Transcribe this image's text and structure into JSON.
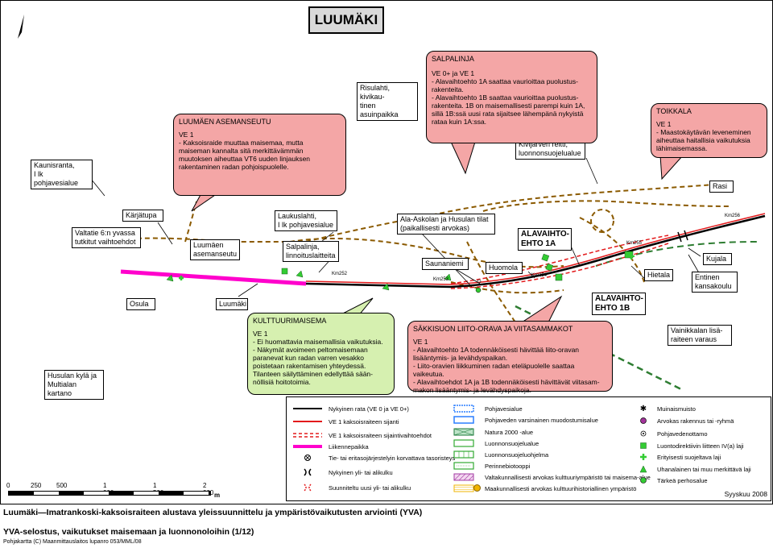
{
  "map": {
    "title": "LUUMÄKI",
    "kilometer_markers": [
      "Km252",
      "Km253",
      "Km254",
      "Km255",
      "Km256"
    ],
    "place_labels": {
      "kaunisranta": "Kaunisranta,\nI lk pohjavesialue",
      "risulahti": "Risulahti, kivikau-\ntinen asuinpaikka",
      "karajatupa": "Kärjätupa",
      "valtatie": "Valtatie 6:n yvassa\ntutkitut vaihtoehdot",
      "luumaen_asemanseutu": "Luumäen\nasemanseutu",
      "laukuslahti": "Laukuslahti,\nI lk pohjavesialue",
      "salpalinja_lbl": "Salpalinja,\nlinnoituslaitteita",
      "ala_askola": "Ala-Askolan ja Husulan tilat\n(paikallisesti arvokas)",
      "saunaniemi": "Saunaniemi",
      "huomola": "Huomola",
      "kivijarven": "Kivijärven reitti,\nluonnonsuojelualue",
      "rasi": "Rasi",
      "kujala": "Kujala",
      "hietala": "Hietala",
      "entinen": "Entinen\nkansakoulu",
      "osula": "Osula",
      "luumaki": "Luumäki",
      "vainikkalan": "Vainikkalan lisä-\nraiteen varaus",
      "husulan_kyla": "Husulan kylä ja\nMultialan kartano"
    },
    "alavaihto_1a": "ALAVAIHTO-\nEHTO 1A",
    "alavaihto_1b": "ALAVAIHTO-\nEHTO 1B"
  },
  "callouts": {
    "asemanseutu": {
      "head": "LUUMÄEN ASEMANSEUTU",
      "body": "VE 1\n- Kaksoisraide muuttaa maisemaa, mutta\nmaiseman kannalta sitä merkittävämmän\nmuutoksen aiheuttaa VT6 uuden linjauksen\nrakentaminen radan pohjoispuolelle."
    },
    "salpalinja": {
      "head": "SALPALINJA",
      "body": "VE 0+ ja VE 1\n- Alavaihtoehto 1A saattaa vaurioittaa puolustus-\nrakenteita.\n- Alavaihtoehto 1B saattaa vaurioittaa puolustus-\nrakenteita. 1B on maisemallisesti parempi kuin 1A,\nsillä 1B:ssä uusi rata sijaitsee lähempänä nykyistä\nrataa kuin 1A:ssa."
    },
    "toikkala": {
      "head": "TOIKKALA",
      "body": "VE 1\n- Maastokäytävän leveneminen\naiheuttaa haitallisia vaikutuksia\nlähimaisemassa."
    },
    "kulttuurimaisema": {
      "head": "KULTTUURIMAISEMA",
      "body": "VE 1\n- Ei huomattavia maisemallisia vaikutuksia.\n- Näkymät avoimeen peltomaisemaan\nparanevat kun radan varren vesakko\npoistetaan rakentamisen yhteydessä.\nTilanteen säilyttäminen edellyttää sään-\nnöllisiä hoitotoimia."
    },
    "sakkisuon": {
      "head": "SÄKKISUON LIITO-ORAVA JA VIITASAMMAKOT",
      "body": "VE 1\n- Alavaihtoehto 1A todennäköisesti hävittää liito-oravan\nlisääntymis- ja levähdyspaikan.\n- Liito-oravien liikkuminen radan eteläpuolelle saattaa vaikeutua.\n- Alavaihtoehdot 1A ja 1B todennäköisesti hävittävät viitasam-\nmakon lisääntymis- ja levähdyspaikoja."
    }
  },
  "legend": {
    "col1": [
      "Nykyinen rata (VE 0 ja VE 0+)",
      "VE 1 kaksoisraiteen sijanti",
      "VE 1 kaksoisraiteen sijaintivaihtoehdot",
      "Liikennepaikka",
      "Tie- tai eritasojärjestelyin korvattava tasoristeys",
      "Nykyinen yli- tai alikulku",
      "Suunniteltu uusi yli- tai alikulku"
    ],
    "col2": [
      "Pohjavesialue",
      "Pohjaveden varsinainen muodostumisalue",
      "Natura 2000 -alue",
      "Luonnonsuojelualue",
      "Luonnonsuojeluohjelma",
      "Perinnebiotooppi",
      "Valtakunnallisesti arvokas kulttuuriympäristö tai maisema-alue",
      "Maakunnallisesti arvokas kulttuurihistoriallinen ympäristö"
    ],
    "col3": [
      "Muinaismuisto",
      "Arvokas rakennus tai -ryhmä",
      "Pohjavedenottamo",
      "Luontodirektiivin liitteen IV(a) laji",
      "Erityisesti suojeltava laji",
      "Uhanalainen tai muu merkittävä laji",
      "Tärkeä perhosalue"
    ],
    "date": "Syyskuu 2008"
  },
  "scale": {
    "ticks": [
      "0",
      "250",
      "500",
      "1 000",
      "1 500",
      "2 000"
    ],
    "unit": "m"
  },
  "footer": {
    "line1": "Luumäki—Imatrankoski-kaksoisraiteen alustava yleissuunnittelu ja ympäristövaikutusten arviointi (YVA)",
    "line2": "YVA-selostus, vaikutukset maisemaan ja luonnonoloihin (1/12)",
    "line3": "Pohjakartta (C) Maanmittauslaitos lupanro 053/MML/08"
  },
  "colors": {
    "callout_red": "#f4a6a6",
    "callout_green": "#d6f0b0",
    "rail_magenta": "#ff00cc",
    "new_rail_red": "#e31a1c",
    "road_brown": "#8b5a00",
    "species_green": "#33cc33"
  }
}
